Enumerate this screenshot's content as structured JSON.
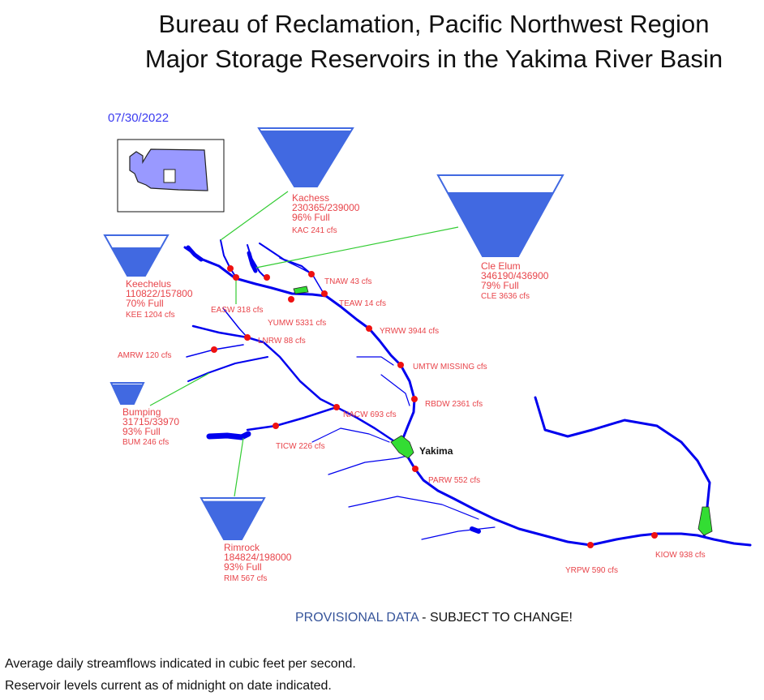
{
  "header": {
    "title_line1": "Bureau of Reclamation, Pacific Northwest Region",
    "title_line2": "Major Storage Reservoirs in the Yakima River Basin"
  },
  "date": "07/30/2022",
  "colors": {
    "river": "#0000ee",
    "reservoir": "#4169e1",
    "gauge": "#ee1111",
    "city": "#33dd33",
    "leader": "#33cc33",
    "label": "#e8444a",
    "state": "#9999ff"
  },
  "reservoirs": [
    {
      "id": "keechelus",
      "name": "Keechelus",
      "storage": "110822/157800",
      "percent": "70% Full",
      "flow": "KEE  1204 cfs",
      "fill": 0.7
    },
    {
      "id": "kachess",
      "name": "Kachess",
      "storage": "230365/239000",
      "percent": "96% Full",
      "flow": "KAC  241 cfs",
      "fill": 0.96
    },
    {
      "id": "cle-elum",
      "name": "Cle Elum",
      "storage": "346190/436900",
      "percent": "79% Full",
      "flow": "CLE  3636 cfs",
      "fill": 0.79
    },
    {
      "id": "bumping",
      "name": "Bumping",
      "storage": "31715/33970",
      "percent": "93% Full",
      "flow": "BUM  246 cfs",
      "fill": 0.93
    },
    {
      "id": "rimrock",
      "name": "Rimrock",
      "storage": "184824/198000",
      "percent": "93% Full",
      "flow": "RIM  567 cfs",
      "fill": 0.93
    }
  ],
  "gauges": [
    {
      "id": "tnaw",
      "label": "TNAW  43 cfs"
    },
    {
      "id": "teaw",
      "label": "TEAW  14 cfs"
    },
    {
      "id": "easw",
      "label": "EASW  318 cfs"
    },
    {
      "id": "yumw",
      "label": "YUMW  5331 cfs"
    },
    {
      "id": "yrww",
      "label": "YRWW  3944 cfs"
    },
    {
      "id": "lnrw",
      "label": "LNRW  88 cfs"
    },
    {
      "id": "amrw",
      "label": "AMRW  120 cfs"
    },
    {
      "id": "umtw",
      "label": "UMTW  MISSING cfs"
    },
    {
      "id": "rbdw",
      "label": "RBDW  2361 cfs"
    },
    {
      "id": "nacw",
      "label": "NACW  693 cfs"
    },
    {
      "id": "ticw",
      "label": "TICW  226 cfs"
    },
    {
      "id": "parw",
      "label": "PARW  552 cfs"
    },
    {
      "id": "yrpw",
      "label": "YRPW  590 cfs"
    },
    {
      "id": "kiow",
      "label": "KIOW  938 cfs"
    }
  ],
  "city": {
    "name": "Yakima"
  },
  "provisional": {
    "highlight": "PROVISIONAL DATA",
    "rest": " - SUBJECT TO CHANGE!"
  },
  "footer": {
    "line1": "Average daily streamflows indicated in cubic feet per second.",
    "line2": "Reservoir levels current as of midnight on date indicated."
  }
}
